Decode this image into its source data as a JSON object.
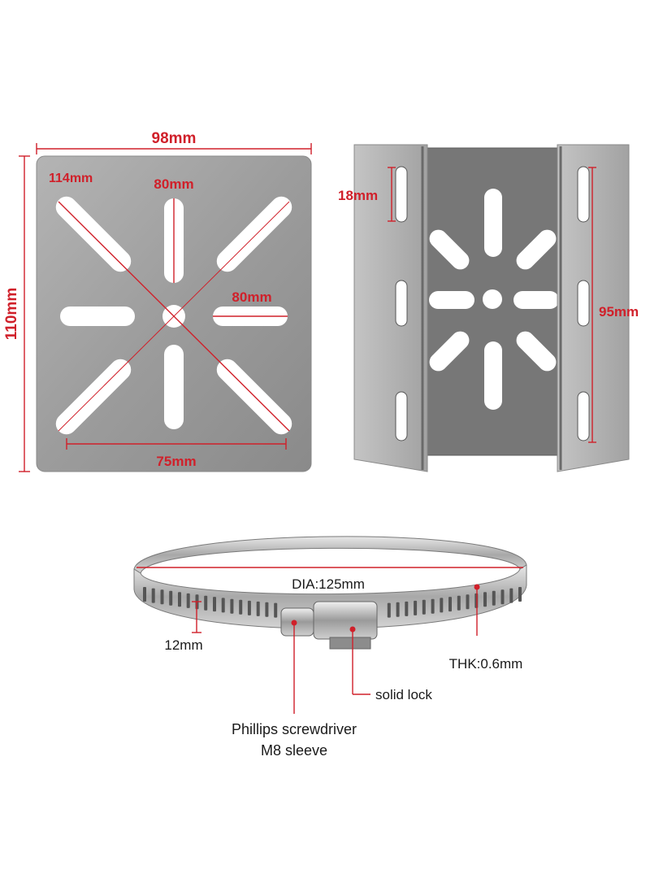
{
  "colors": {
    "dimension": "#d0202a",
    "plate": "#9a9a9a",
    "plate_light": "#c8c8c8",
    "plate_dark": "#6e6e6e",
    "text": "#1a1a1a"
  },
  "flat_plate": {
    "width_label": "98mm",
    "height_label": "110mm",
    "diagonal_label": "114mm",
    "slot_vertical_label": "80mm",
    "slot_horizontal_label": "80mm",
    "bottom_span_label": "75mm"
  },
  "bent_bracket": {
    "slot_label": "18mm",
    "span_label": "95mm"
  },
  "clamp": {
    "diameter_label": "DIA:125mm",
    "band_width_label": "12mm",
    "thickness_label": "THK:0.6mm",
    "lock_label": "solid lock",
    "screw_label_line1": "Phillips screwdriver",
    "screw_label_line2": "M8 sleeve"
  }
}
